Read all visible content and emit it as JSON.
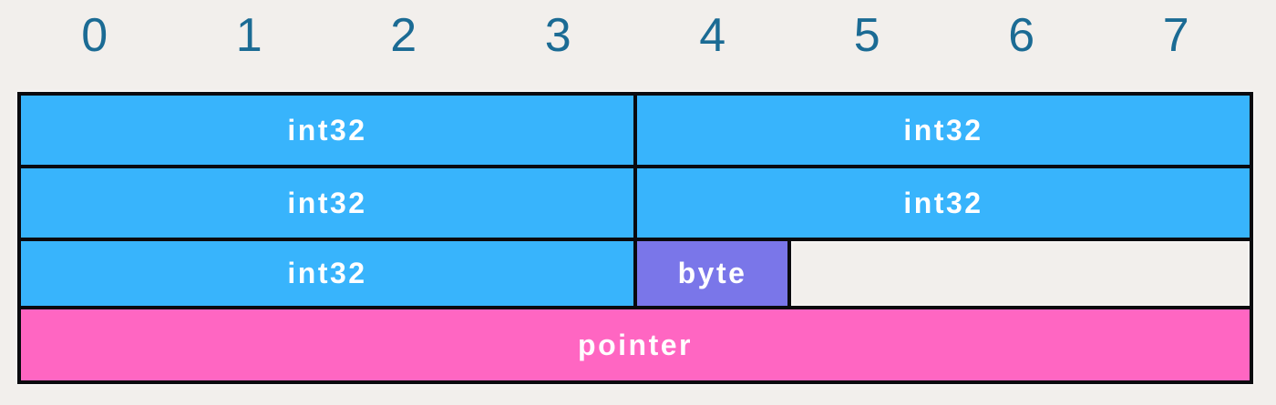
{
  "header": {
    "byte_offsets": [
      "0",
      "1",
      "2",
      "3",
      "4",
      "5",
      "6",
      "7"
    ]
  },
  "memory_rows": [
    {
      "cells": [
        {
          "label": "int32",
          "span": 4,
          "type": "int32"
        },
        {
          "label": "int32",
          "span": 4,
          "type": "int32"
        }
      ]
    },
    {
      "cells": [
        {
          "label": "int32",
          "span": 4,
          "type": "int32"
        },
        {
          "label": "int32",
          "span": 4,
          "type": "int32"
        }
      ]
    },
    {
      "cells": [
        {
          "label": "int32",
          "span": 4,
          "type": "int32"
        },
        {
          "label": "byte",
          "span": 1,
          "type": "byte"
        },
        {
          "label": "",
          "span": 3,
          "type": "empty"
        }
      ]
    },
    {
      "cells": [
        {
          "label": "pointer",
          "span": 8,
          "type": "pointer"
        }
      ]
    }
  ],
  "colors": {
    "int32_fill": "#38B4FC",
    "byte_fill": "#7A76E9",
    "pointer_fill": "#FF66C2",
    "border": "#0A0A0E",
    "background": "#F2EFEC",
    "offset_text": "#1B6B94",
    "cell_text": "#FFFFFF"
  }
}
